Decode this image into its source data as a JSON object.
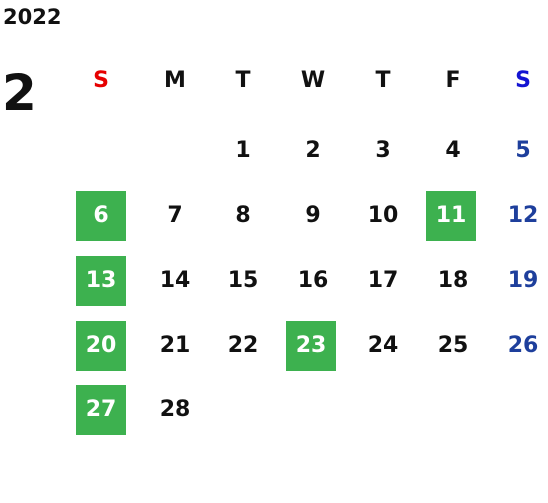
{
  "calendar": {
    "year": "2022",
    "month": "2",
    "weekdays": [
      "S",
      "M",
      "T",
      "W",
      "T",
      "F",
      "S"
    ],
    "weeks": [
      [
        "",
        "",
        "1",
        "2",
        "3",
        "4",
        "5"
      ],
      [
        "6",
        "7",
        "8",
        "9",
        "10",
        "11",
        "12"
      ],
      [
        "13",
        "14",
        "15",
        "16",
        "17",
        "18",
        "19"
      ],
      [
        "20",
        "21",
        "22",
        "23",
        "24",
        "25",
        "26"
      ],
      [
        "27",
        "28",
        "",
        "",
        "",
        "",
        ""
      ]
    ],
    "highlighted_days": [
      "6",
      "11",
      "13",
      "20",
      "23",
      "27"
    ],
    "colors": {
      "sunday_header": "#e60000",
      "saturday_header": "#1414d2",
      "saturday_dates": "#1e3f9c",
      "highlight_background": "#3db14f",
      "highlight_text": "#ffffff",
      "text": "#111111"
    }
  }
}
